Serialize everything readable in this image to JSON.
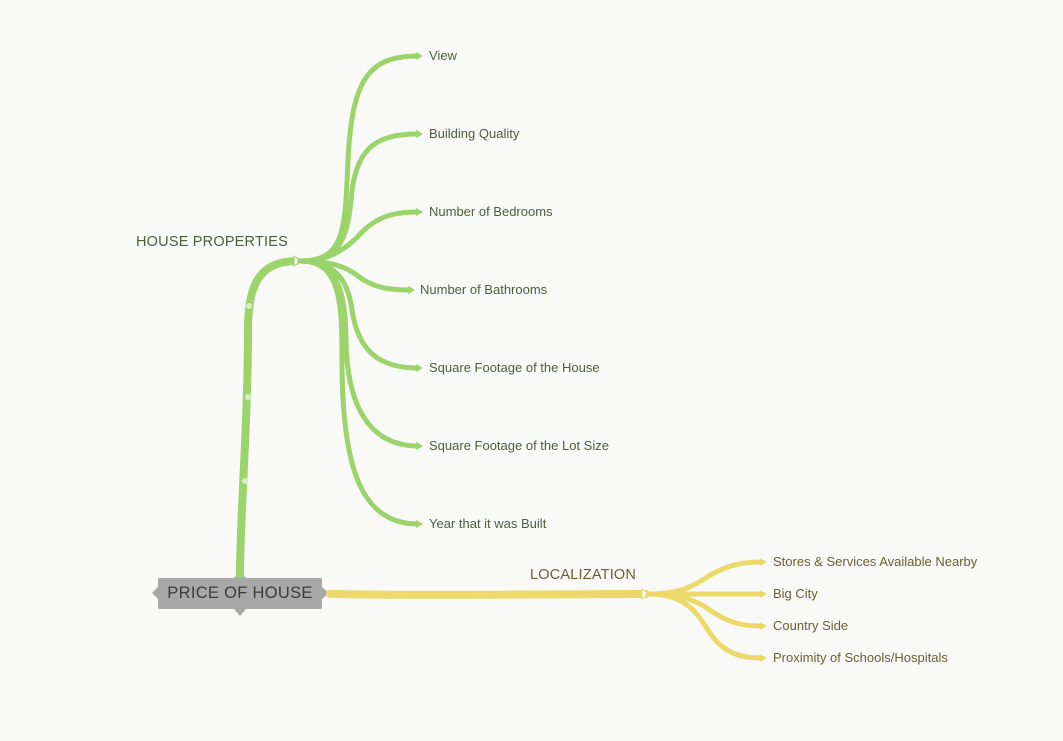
{
  "root": {
    "label": "PRICE OF HOUSE"
  },
  "branches": [
    {
      "label": "HOUSE PROPERTIES",
      "color": "#9bd46a",
      "leaves": [
        "View",
        "Building Quality",
        "Number of Bedrooms",
        "Number of Bathrooms",
        "Square Footage of the House",
        "Square Footage of the Lot Size",
        "Year that it was Built"
      ]
    },
    {
      "label": "LOCALIZATION",
      "color": "#ecd96a",
      "leaves": [
        "Stores & Services Available Nearby",
        "Big City",
        "Country Side",
        "Proximity of Schools/Hospitals"
      ]
    }
  ],
  "colors": {
    "root_box": "#a8a8a8",
    "green_text": "#4d5e3a",
    "yellow_text": "#6a5f30",
    "background": "#f9f9f8"
  }
}
